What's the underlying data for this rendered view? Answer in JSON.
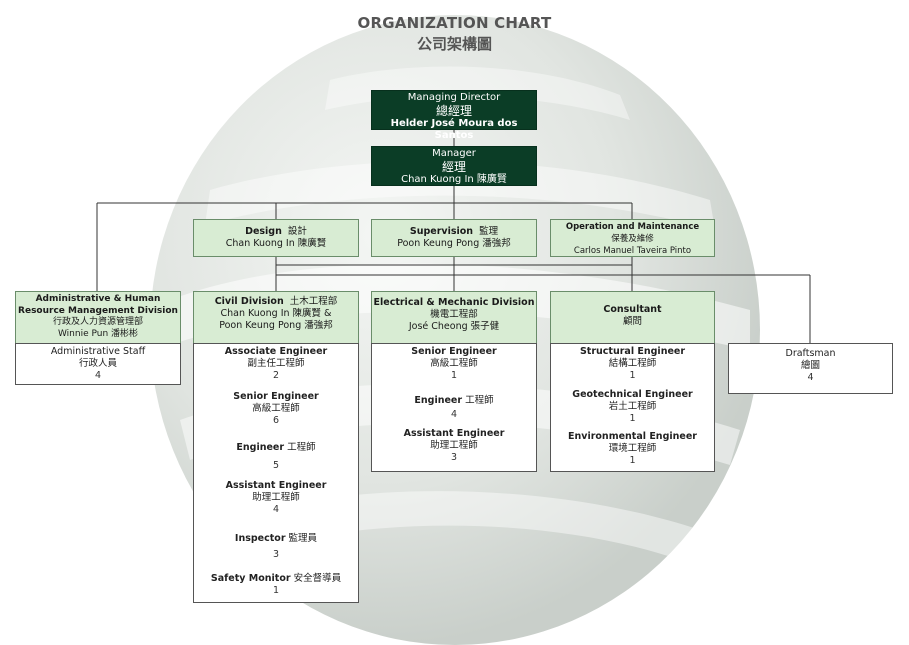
{
  "title_en": "ORGANIZATION CHART",
  "title_zh": "公司架構圖",
  "md": {
    "en": "Managing Director",
    "zh": "總經理",
    "name": "Helder José Moura dos Santos"
  },
  "mgr": {
    "en": "Manager",
    "zh": "經理",
    "name": "Chan Kuong In 陳廣賢"
  },
  "design": {
    "en": "Design",
    "zh": "設計",
    "name": "Chan Kuong In 陳廣賢"
  },
  "supervision": {
    "en": "Supervision",
    "zh": "監理",
    "name": "Poon Keung Pong 潘強邦"
  },
  "om": {
    "en": "Operation and Maintenance",
    "zh": "保養及維修",
    "name": "Carlos Manuel Taveira Pinto"
  },
  "admin": {
    "en1": "Administrative & Human",
    "en2": "Resource Management Division",
    "zh": "行政及人力資源管理部",
    "name": "Winnie Pun 潘彬彬",
    "staff_en": "Administrative Staff",
    "staff_zh": "行政人員",
    "staff_n": "4"
  },
  "civil": {
    "en": "Civil Division",
    "zh": "土木工程部",
    "name1": "Chan Kuong In 陳廣賢 &",
    "name2": "Poon Keung Pong 潘強邦",
    "items": [
      {
        "en": "Associate Engineer",
        "zh": "副主任工程師",
        "n": "2"
      },
      {
        "en": "Senior Engineer",
        "zh": "高級工程師",
        "n": "6"
      },
      {
        "en": "Engineer",
        "zh": "工程師",
        "n": "5"
      },
      {
        "en": "Assistant Engineer",
        "zh": "助理工程師",
        "n": "4"
      },
      {
        "en": "Inspector",
        "zh": "監理員",
        "n": "3"
      },
      {
        "en": "Safety Monitor",
        "zh": "安全督導員",
        "n": "1"
      }
    ]
  },
  "elec": {
    "en": "Electrical & Mechanic Division",
    "zh": "機電工程部",
    "name": "José Cheong 張子健",
    "items": [
      {
        "en": "Senior Engineer",
        "zh": "高級工程師",
        "n": "1"
      },
      {
        "en": "Engineer",
        "zh": "工程師",
        "n": "4"
      },
      {
        "en": "Assistant Engineer",
        "zh": "助理工程師",
        "n": "3"
      }
    ]
  },
  "consult": {
    "en": "Consultant",
    "zh": "顧問",
    "items": [
      {
        "en": "Structural Engineer",
        "zh": "結構工程師",
        "n": "1"
      },
      {
        "en": "Geotechnical Engineer",
        "zh": "岩土工程師",
        "n": "1"
      },
      {
        "en": "Environmental Engineer",
        "zh": "環境工程師",
        "n": "1"
      }
    ]
  },
  "draftsman": {
    "en": "Draftsman",
    "zh": "繪圖",
    "n": "4"
  },
  "colors": {
    "dark_green": "#0b3d26",
    "light_green": "#d8ecd3"
  }
}
